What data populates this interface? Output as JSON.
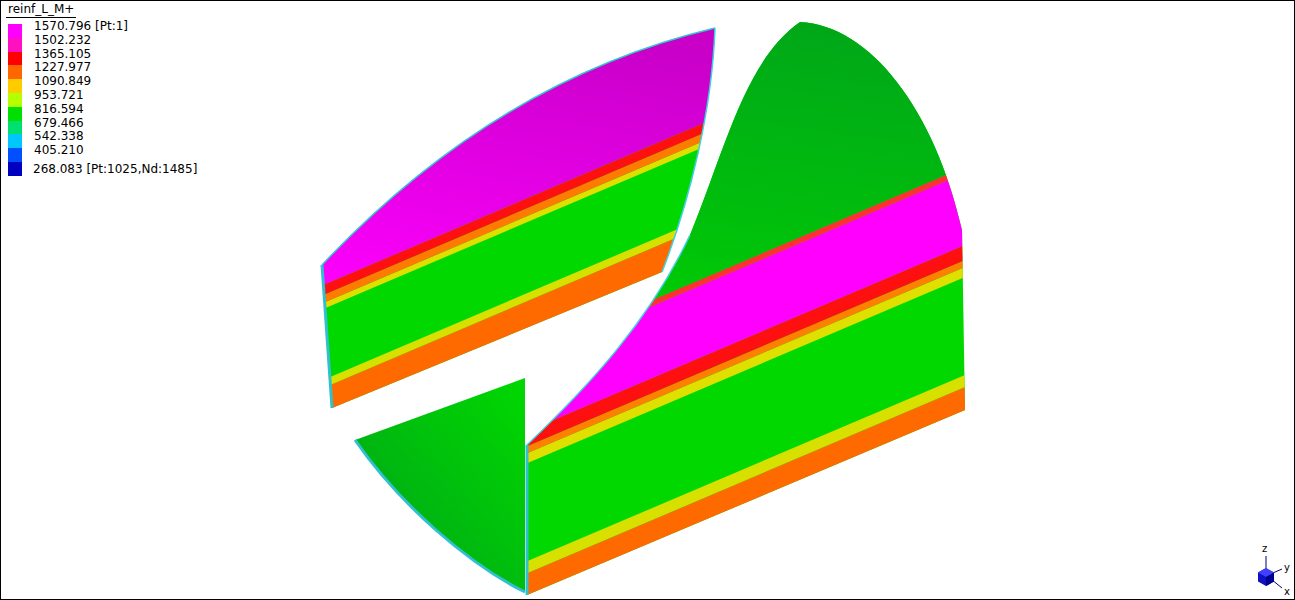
{
  "diagram": {
    "title": "reinf_L_M+",
    "labels": [
      "z",
      "y",
      "x"
    ],
    "legend": [
      {
        "text": "1570.796 [Pt:1]",
        "color": "#ff00ff"
      },
      {
        "text": "1502.232",
        "color": "#ff10c0"
      },
      {
        "text": "1365.105",
        "color": "#ff0000"
      },
      {
        "text": "1227.977",
        "color": "#ff6600"
      },
      {
        "text": "1090.849",
        "color": "#ffcc00"
      },
      {
        "text": "953.721",
        "color": "#b4ff00"
      },
      {
        "text": "816.594",
        "color": "#00e000"
      },
      {
        "text": "679.466",
        "color": "#00e070"
      },
      {
        "text": "542.338",
        "color": "#00c8ff"
      },
      {
        "text": "405.210",
        "color": "#0050ff"
      },
      {
        "text": "268.083 [Pt:1025,Nd:1485]",
        "color": "#0000c0"
      }
    ]
  }
}
